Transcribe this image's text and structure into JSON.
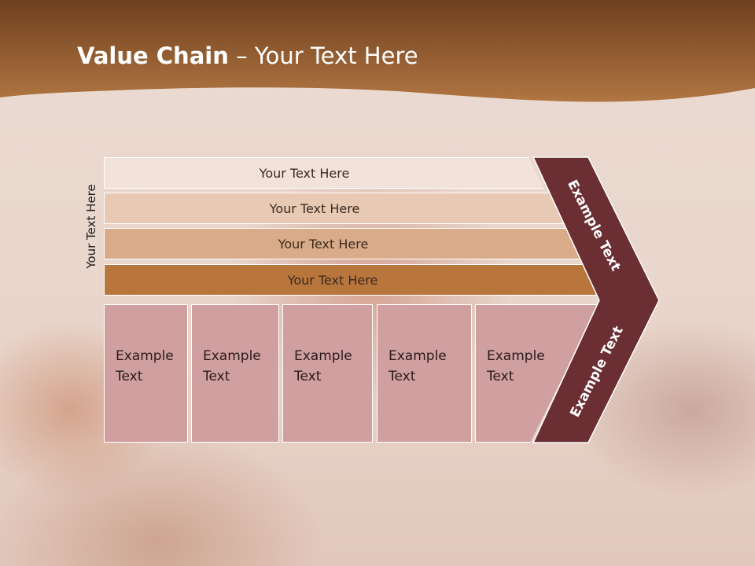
{
  "slide": {
    "title_bold": "Value Chain",
    "title_rest": " – Your Text Here",
    "vertical_label": "Your Text Here"
  },
  "rows": [
    {
      "text": "Your Text Here",
      "color": "#f1e3da"
    },
    {
      "text": "Your Text Here",
      "color": "#e8c9b3"
    },
    {
      "text": "Your Text Here",
      "color": "#d9ab88"
    },
    {
      "text": "Your Text Here",
      "color": "#b8763d"
    }
  ],
  "cards": [
    {
      "text": "Example\nText"
    },
    {
      "text": "Example\nText"
    },
    {
      "text": "Example\nText"
    },
    {
      "text": "Example\nText"
    },
    {
      "text": "Example\nText"
    }
  ],
  "chevron": {
    "upper_label": "Example Text",
    "lower_label": "Example Text",
    "color": "#6b2e32"
  },
  "colors": {
    "header_top": "#7a4520",
    "header_bottom": "#b57a45",
    "card": "#d09fa0"
  }
}
